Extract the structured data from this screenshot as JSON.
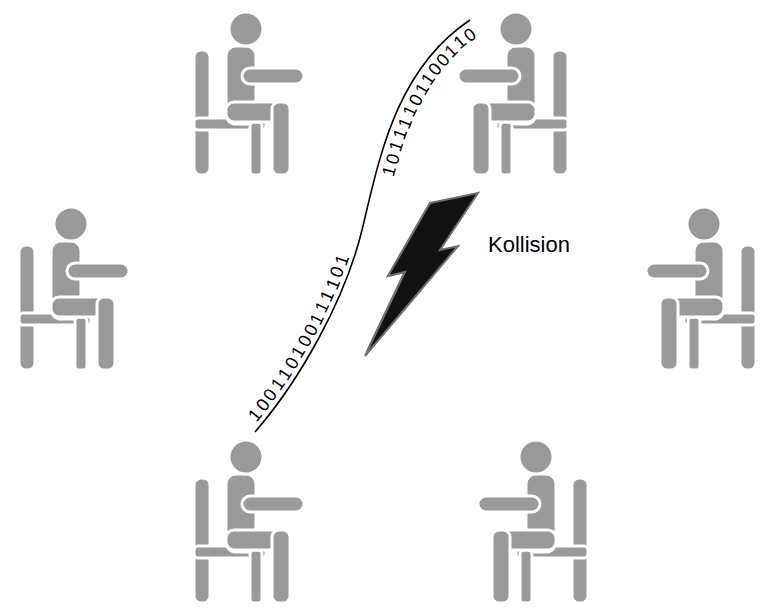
{
  "diagram": {
    "labels": [
      "10111101100110",
      "Kollision",
      "100110100111101"
    ]
  }
}
